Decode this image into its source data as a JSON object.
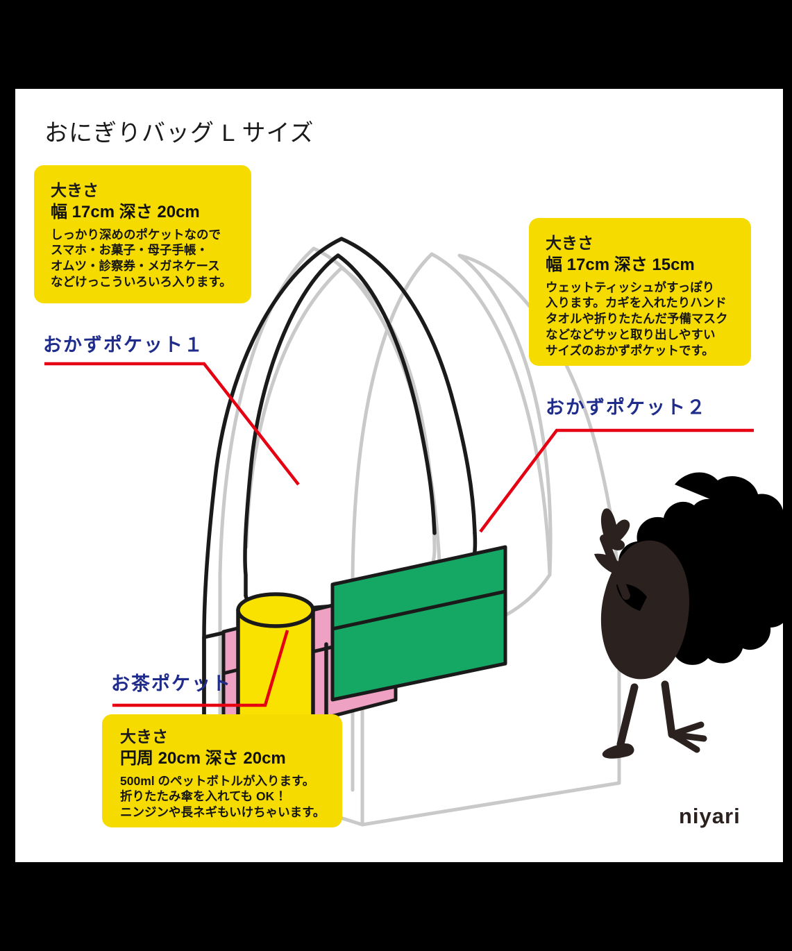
{
  "page": {
    "background_color": "#000000",
    "card_color": "#ffffff",
    "title": "おにぎりバッグ L サイズ",
    "brand": "niyari"
  },
  "palette": {
    "yellow": "#F5DB00",
    "blue_label": "#1F2C8C",
    "red_leader": "#E50012",
    "pink_pocket": "#EFA1C3",
    "green_pocket": "#15A864",
    "yellow_pocket": "#F9E200",
    "outline_dark": "#1A1A1A",
    "outline_light": "#C9C9C9",
    "logo_color": "#2B211F"
  },
  "callouts": [
    {
      "id": "pocket1",
      "heading": "大きさ",
      "dimensions": "幅 17cm 深さ 20cm",
      "width_cm": 17,
      "depth_cm": 20,
      "lines": [
        "しっかり深めのポケットなので",
        "スマホ・お菓子・母子手帳・",
        "オムツ・診察券・メガネケース",
        "などけっこういろいろ入ります。"
      ]
    },
    {
      "id": "pocket2",
      "heading": "大きさ",
      "dimensions": "幅 17cm 深さ 15cm",
      "width_cm": 17,
      "depth_cm": 15,
      "lines": [
        "ウェットティッシュがすっぽり",
        "入ります。カギを入れたりハンド",
        "タオルや折りたたんだ予備マスク",
        "などなどサッと取り出しやすい",
        "サイズのおかずポケットです。"
      ]
    },
    {
      "id": "tea",
      "heading": "大きさ",
      "dimensions": "円周 20cm 深さ 20cm",
      "circumference_cm": 20,
      "depth_cm": 20,
      "lines": [
        "500ml のペットボトルが入ります。",
        "折りたたみ傘を入れても OK ！",
        "ニンジンや長ネギもいけちゃいます。"
      ]
    }
  ],
  "labels": {
    "pocket1": "おかずポケット１",
    "pocket2": "おかずポケット２",
    "tea": "お茶ポケット"
  },
  "illustration": {
    "name": "onigiri-bag-isometric",
    "parts": [
      "bag-front-panel",
      "bag-back-panel",
      "bag-handles",
      "pink-pocket",
      "green-pocket",
      "yellow-bottle-pocket"
    ],
    "character": "niyari-bird-character-pointing"
  }
}
